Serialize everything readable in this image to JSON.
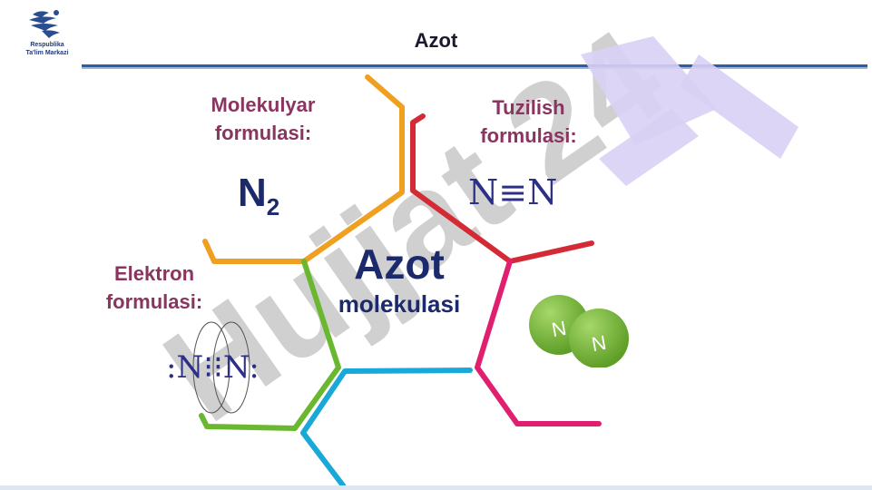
{
  "header": {
    "logo_line1": "Respublika",
    "logo_line2": "Ta'lim Markazi",
    "title": "Azot"
  },
  "watermark": {
    "text": "Hujjat 24"
  },
  "cells": {
    "molecular_label": "Molekulyar formulasi:",
    "molecular_formula_symbol": "N",
    "molecular_formula_subscript": "2",
    "structural_label": "Tuzilish formulasi:",
    "structural_formula": "N≡N",
    "electron_label": "Elektron formulasi:",
    "electron_formula": ":N⁝⁝N:"
  },
  "center": {
    "title": "Azot",
    "subtitle": "molekulasi"
  },
  "model": {
    "atom1": "N",
    "atom2": "N"
  },
  "colors": {
    "accent_rule": "#2b5ea8",
    "label": "#8a3560",
    "formula": "#1c2a6b",
    "line_orange": "#f0a020",
    "line_red": "#d42a36",
    "line_green": "#6ab830",
    "line_pink": "#e0206e",
    "line_cyan": "#1aa8d8",
    "atom": "#78bc38",
    "watermark_gray": "#c8c8c8",
    "watermark_violet": "#d8d0f4"
  }
}
